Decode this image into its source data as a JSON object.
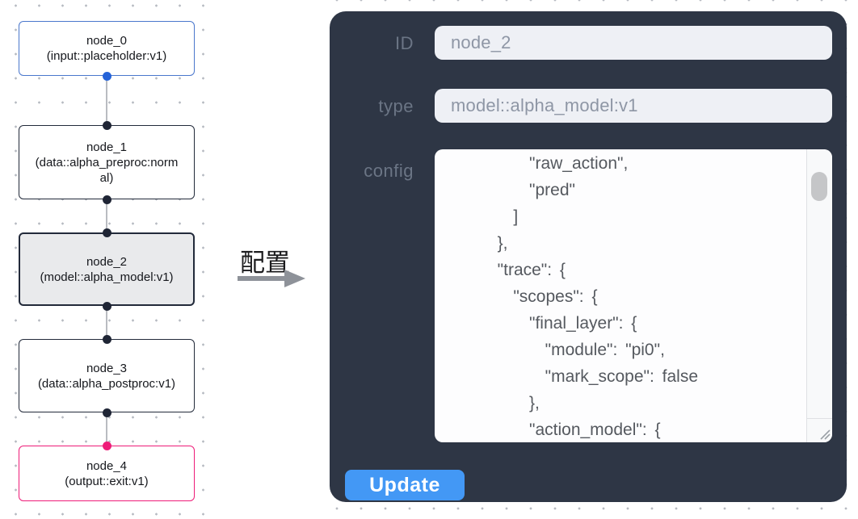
{
  "flow": {
    "nodes": [
      {
        "label": "node_0",
        "type_line": "(input::placeholder:v1)",
        "variant": "input"
      },
      {
        "label": "node_1",
        "type_line": "(data::alpha_preproc:normal)",
        "variant": "default"
      },
      {
        "label": "node_2",
        "type_line": "(model::alpha_model:v1)",
        "variant": "selected"
      },
      {
        "label": "node_3",
        "type_line": "(data::alpha_postproc:v1)",
        "variant": "default"
      },
      {
        "label": "node_4",
        "type_line": "(output::exit:v1)",
        "variant": "output"
      }
    ]
  },
  "transition": {
    "label": "配置"
  },
  "panel": {
    "fields": [
      {
        "label": "ID",
        "value": "node_2"
      },
      {
        "label": "type",
        "value": "model::alpha_model:v1"
      }
    ],
    "config_label": "config",
    "config_text": "      \"raw_action\",\n      \"pred\"\n    ]\n  },\n  \"trace\": {\n    \"scopes\": {\n      \"final_layer\": {\n        \"module\": \"pi0\",\n        \"mark_scope\": false\n      },\n      \"action_model\": {",
    "update_label": "Update"
  },
  "colors": {
    "accent_blue": "#4398f5",
    "panel_bg": "#2e3645",
    "input_node_border": "#4a77cc",
    "input_port": "#2563d8",
    "output_node_border": "#ee1c78",
    "selected_node_bg": "#e9eaec",
    "field_bg": "#eef0f5"
  }
}
